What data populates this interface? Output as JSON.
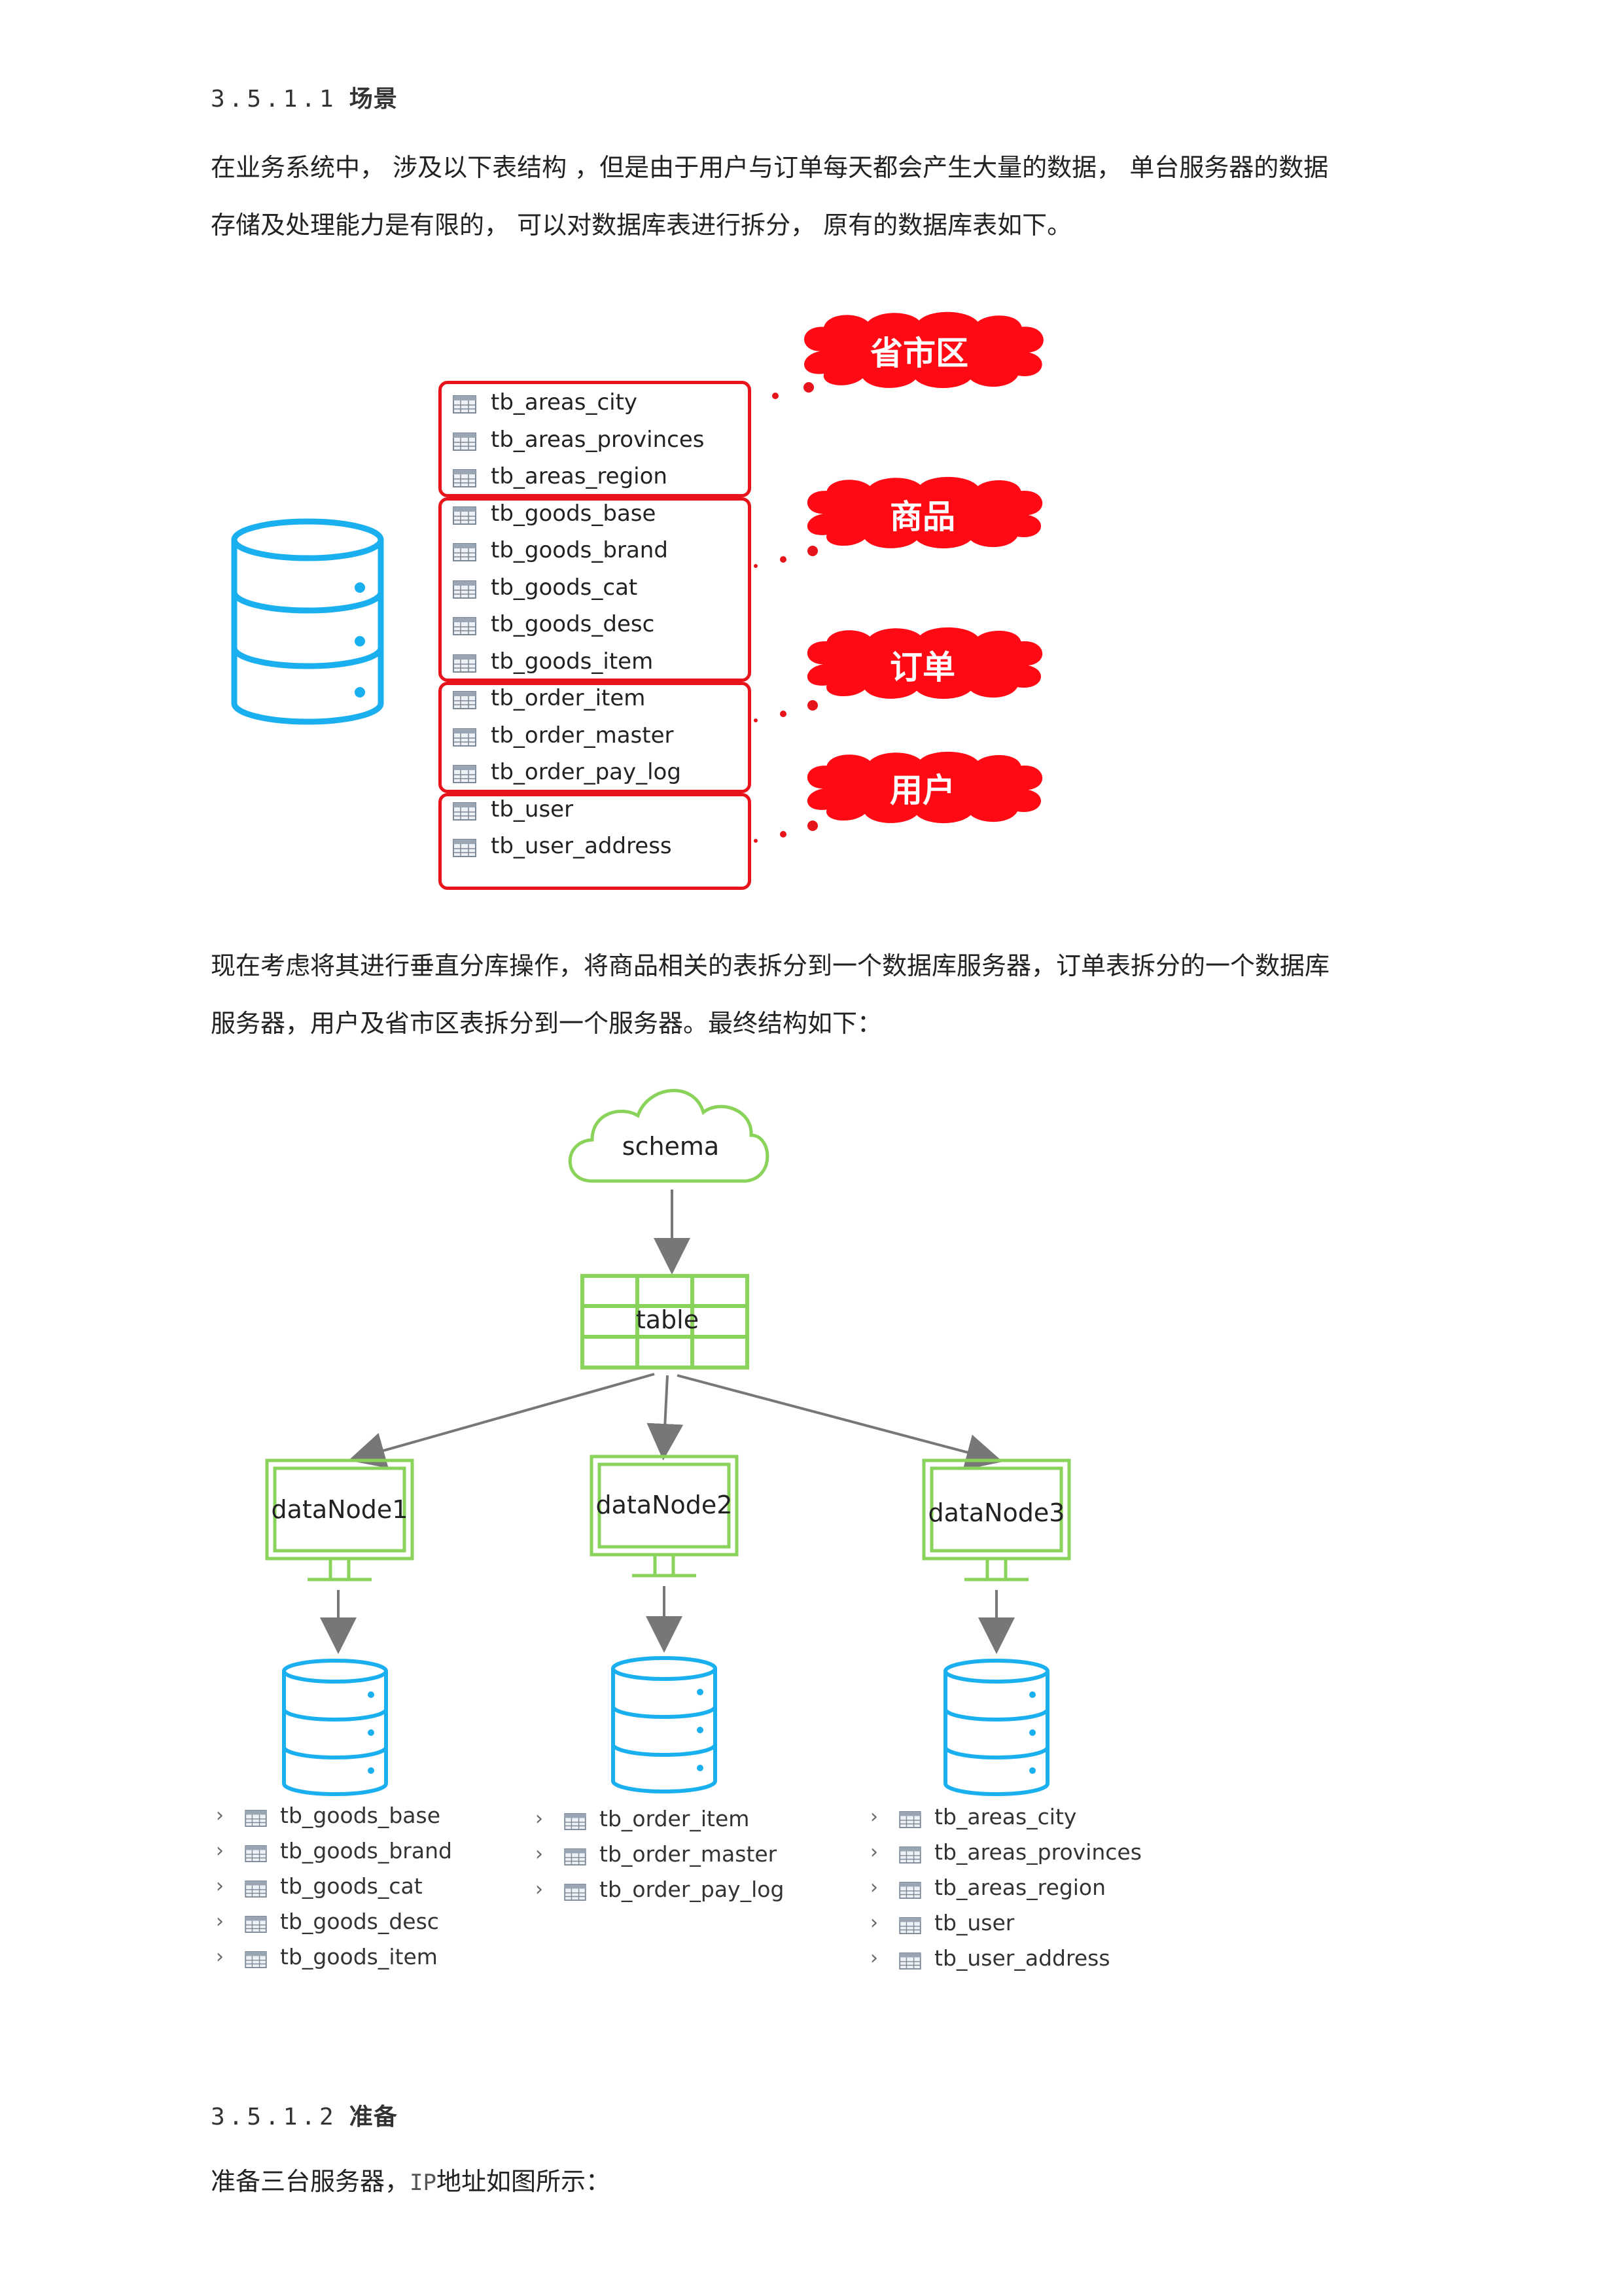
{
  "section1": {
    "number": "3.5.1.1",
    "title": "场景"
  },
  "para1": {
    "line1": "在业务系统中， 涉及以下表结构 ，但是由于用户与订单每天都会产生大量的数据， 单台服务器的数据",
    "line2": "存储及处理能力是有限的， 可以对数据库表进行拆分， 原有的数据库表如下。"
  },
  "figure1": {
    "groups": [
      {
        "label": "省市区",
        "tables": [
          "tb_areas_city",
          "tb_areas_provinces",
          "tb_areas_region"
        ]
      },
      {
        "label": "商品",
        "tables": [
          "tb_goods_base",
          "tb_goods_brand",
          "tb_goods_cat",
          "tb_goods_desc",
          "tb_goods_item"
        ]
      },
      {
        "label": "订单",
        "tables": [
          "tb_order_item",
          "tb_order_master",
          "tb_order_pay_log"
        ]
      },
      {
        "label": "用户",
        "tables": [
          "tb_user",
          "tb_user_address"
        ]
      }
    ],
    "accent_color": "#e8141c",
    "db_color": "#1ab0f0"
  },
  "para2": {
    "line1": "现在考虑将其进行垂直分库操作，将商品相关的表拆分到一个数据库服务器，订单表拆分的一个数据库",
    "line2": "服务器，用户及省市区表拆分到一个服务器。最终结构如下："
  },
  "figure2": {
    "schema_label": "schema",
    "table_label": "table",
    "nodes": [
      {
        "label": "dataNode1",
        "tables": [
          "tb_goods_base",
          "tb_goods_brand",
          "tb_goods_cat",
          "tb_goods_desc",
          "tb_goods_item"
        ]
      },
      {
        "label": "dataNode2",
        "tables": [
          "tb_order_item",
          "tb_order_master",
          "tb_order_pay_log"
        ]
      },
      {
        "label": "dataNode3",
        "tables": [
          "tb_areas_city",
          "tb_areas_provinces",
          "tb_areas_region",
          "tb_user",
          "tb_user_address"
        ]
      }
    ],
    "green_color": "#8ad35a",
    "db_color": "#1ab0f0"
  },
  "section2": {
    "number": "3.5.1.2",
    "title": "准备"
  },
  "para3": {
    "before": "准备三台服务器，",
    "code": "IP",
    "after": "地址如图所示："
  }
}
